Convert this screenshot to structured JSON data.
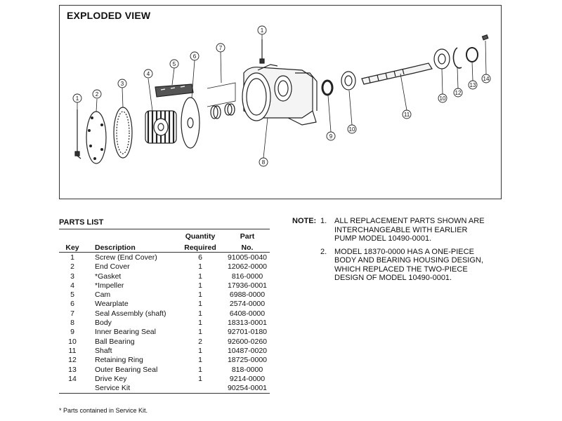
{
  "exploded_view": {
    "title": "EXPLODED VIEW",
    "callouts": [
      "1",
      "2",
      "3",
      "4",
      "5",
      "6",
      "7",
      "1",
      "9",
      "10",
      "11",
      "10",
      "12",
      "13",
      "14",
      "8"
    ]
  },
  "parts_list": {
    "title": "PARTS LIST",
    "headers": {
      "key": "Key",
      "description": "Description",
      "quantity_top": "Quantity",
      "quantity_bottom": "Required",
      "part_top": "Part",
      "part_bottom": "No."
    },
    "rows": [
      {
        "key": "1",
        "description": "Screw (End Cover)",
        "quantity": "6",
        "part_no": "91005-0040"
      },
      {
        "key": "2",
        "description": "End Cover",
        "quantity": "1",
        "part_no": "12062-0000"
      },
      {
        "key": "3",
        "description": "*Gasket",
        "quantity": "1",
        "part_no": "816-0000"
      },
      {
        "key": "4",
        "description": "*Impeller",
        "quantity": "1",
        "part_no": "17936-0001"
      },
      {
        "key": "5",
        "description": "Cam",
        "quantity": "1",
        "part_no": "6988-0000"
      },
      {
        "key": "6",
        "description": "Wearplate",
        "quantity": "1",
        "part_no": "2574-0000"
      },
      {
        "key": "7",
        "description": "Seal Assembly (shaft)",
        "quantity": "1",
        "part_no": "6408-0000"
      },
      {
        "key": "8",
        "description": "Body",
        "quantity": "1",
        "part_no": "18313-0001"
      },
      {
        "key": "9",
        "description": "Inner Bearing Seal",
        "quantity": "1",
        "part_no": "92701-0180"
      },
      {
        "key": "10",
        "description": "Ball Bearing",
        "quantity": "2",
        "part_no": "92600-0260"
      },
      {
        "key": "11",
        "description": "Shaft",
        "quantity": "1",
        "part_no": "10487-0020"
      },
      {
        "key": "12",
        "description": "Retaining Ring",
        "quantity": "1",
        "part_no": "18725-0000"
      },
      {
        "key": "13",
        "description": "Outer Bearing Seal",
        "quantity": "1",
        "part_no": "818-0000"
      },
      {
        "key": "14",
        "description": "Drive Key",
        "quantity": "1",
        "part_no": "9214-0000"
      },
      {
        "key": "",
        "description": "Service Kit",
        "quantity": "",
        "part_no": "90254-0001"
      }
    ],
    "footnote": "* Parts contained in Service Kit."
  },
  "notes": {
    "label": "NOTE:",
    "items": [
      {
        "num": "1.",
        "text": "ALL REPLACEMENT PARTS SHOWN ARE INTERCHANGEABLE WITH EARLIER PUMP MODEL 10490-0001."
      },
      {
        "num": "2.",
        "text": "MODEL 18370-0000 HAS A ONE-PIECE BODY AND BEARING HOUSING DESIGN, WHICH REPLACED THE TWO-PIECE DESIGN OF MODEL 10490-0001."
      }
    ]
  }
}
